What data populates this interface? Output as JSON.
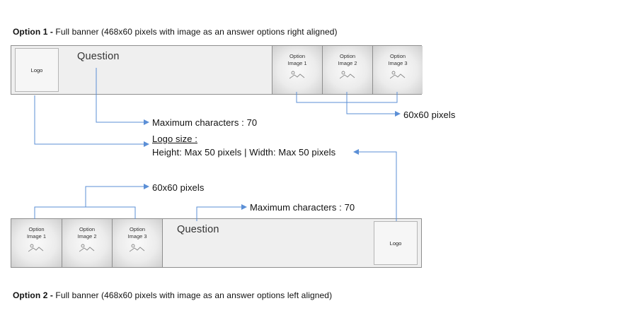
{
  "option1": {
    "caption_bold": "Option 1 -",
    "caption_text": " Full banner (468x60 pixels with image as an answer options right aligned)",
    "logo": "Logo",
    "question": "Question",
    "options": [
      {
        "line1": "Option",
        "line2": "Image 1"
      },
      {
        "line1": "Option",
        "line2": "Image 2"
      },
      {
        "line1": "Option",
        "line2": "Image 3"
      }
    ]
  },
  "option2": {
    "caption_bold": "Option 2 -",
    "caption_text": " Full banner (468x60 pixels with image as an answer options left aligned)",
    "logo": "Logo",
    "question": "Question",
    "options": [
      {
        "line1": "Option",
        "line2": "Image 1"
      },
      {
        "line1": "Option",
        "line2": "Image 2"
      },
      {
        "line1": "Option",
        "line2": "Image 3"
      }
    ]
  },
  "annotations": {
    "max_chars_top": "Maximum characters : 70",
    "pixels_top": "60x60 pixels",
    "logo_size_title": "Logo size :",
    "logo_size_detail": "Height: Max 50 pixels | Width: Max 50 pixels",
    "pixels_bottom": "60x60 pixels",
    "max_chars_bottom": "Maximum characters : 70"
  },
  "colors": {
    "connector": "#5b8fd6",
    "banner_fill": "#efefef",
    "border": "#8e8e8e"
  }
}
